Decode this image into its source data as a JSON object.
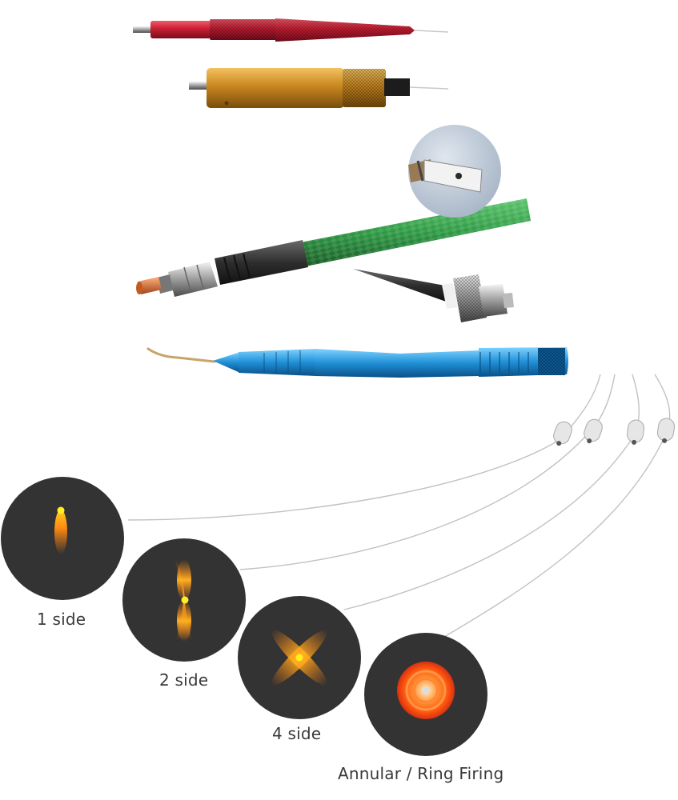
{
  "labels": {
    "one_side": "1 side",
    "two_side": "2 side",
    "four_side": "4 side",
    "annular": "Annular / Ring Firing"
  },
  "colors": {
    "disc_bg": "#333333",
    "emission_core": "#ffee22",
    "emission_orange": "#ff7a10",
    "fiber_line": "#bdbdbd",
    "red_handpiece": "#d42a3c",
    "gold_handpiece": "#c9871f",
    "green_cable": "#2f9a45",
    "blue_probe": "#1f8fd6"
  },
  "icons": [
    "red-probe-handpiece-icon",
    "gold-probe-handpiece-icon",
    "green-armored-fiber-cable-icon",
    "sma-connector-icon",
    "fiber-tip-closeup-icon",
    "tapered-fiber-tip-icon",
    "blue-curved-probe-icon",
    "fiber-ferrule-icon"
  ]
}
